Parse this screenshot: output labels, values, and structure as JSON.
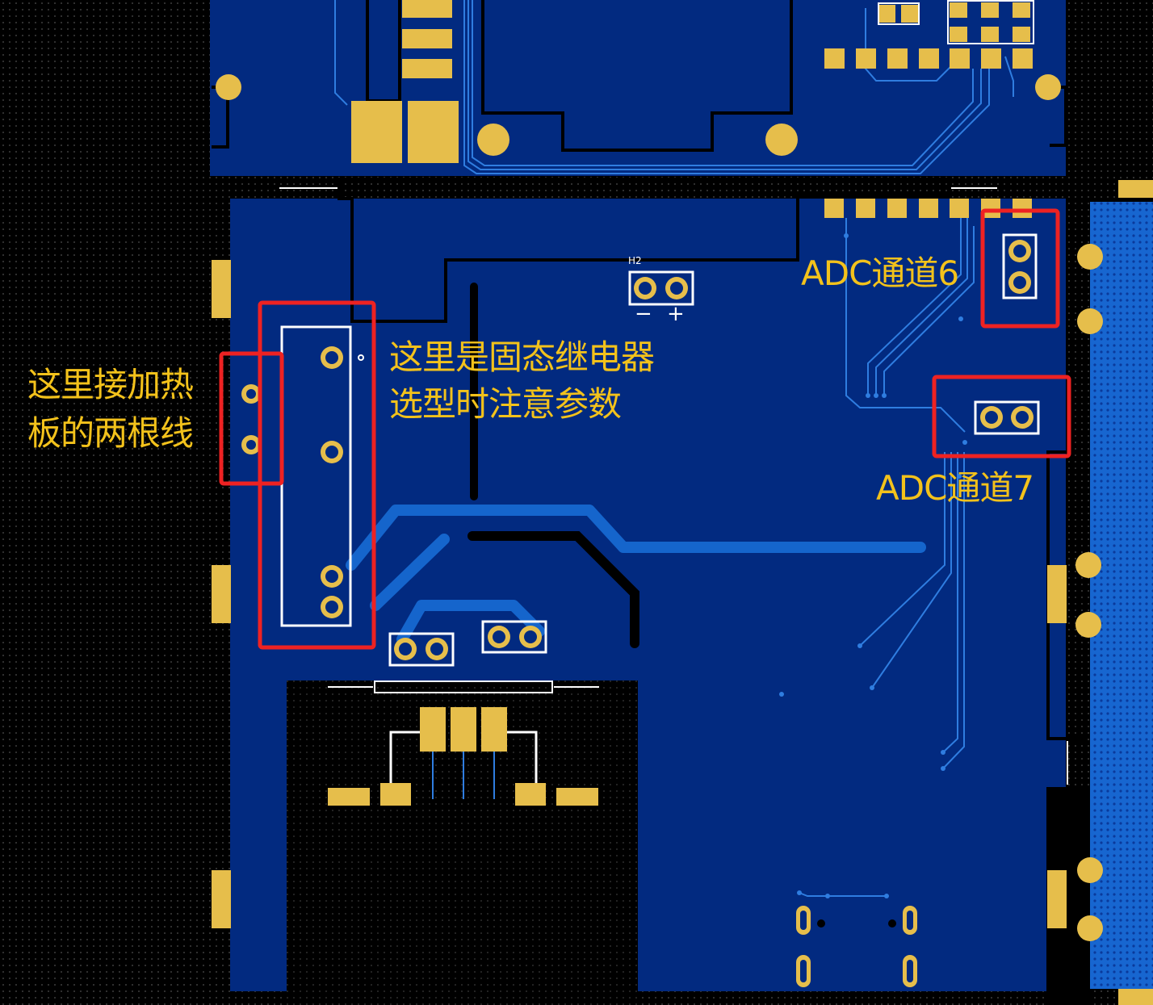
{
  "colors": {
    "background": "#000000",
    "board_fill": "#022a80",
    "board_fill_light": "#0a3a9c",
    "trace": "#2f7de0",
    "trace_wide": "#1565cc",
    "pad": "#e6be4b",
    "silkscreen": "#ffffff",
    "highlight_box": "#ee2222",
    "annotation_text": "#f3c21b"
  },
  "annotations": {
    "heater_note_line1": "这里接加热",
    "heater_note_line2": "板的两根线",
    "relay_note_line1": "这里是固态继电器",
    "relay_note_line2": "选型时注意参数",
    "adc6_label": "ADC通道6",
    "adc7_label": "ADC通道7"
  },
  "silkscreen": {
    "designator": "H2",
    "minus": "−",
    "plus": "+"
  }
}
